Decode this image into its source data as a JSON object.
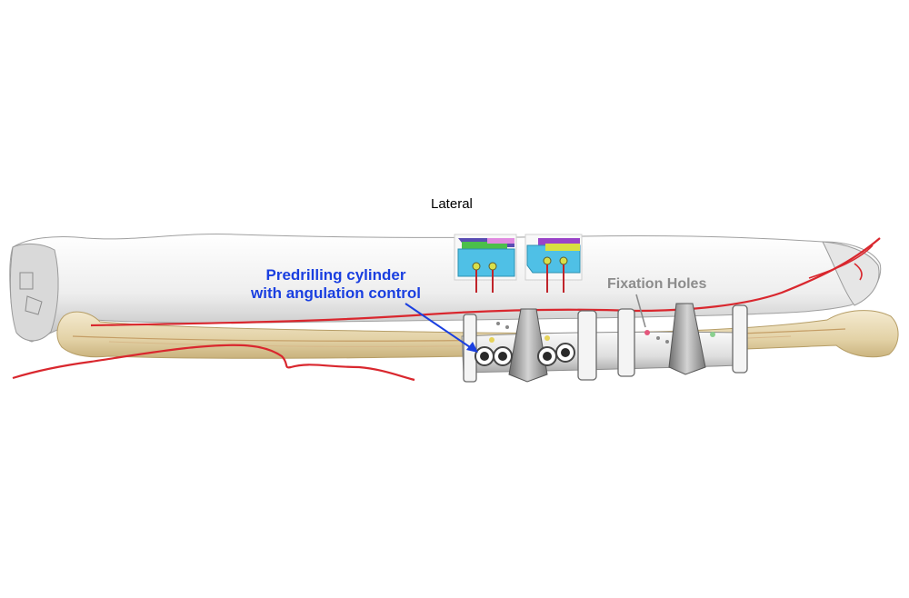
{
  "figure": {
    "view_label": "Lateral",
    "callouts": {
      "predrilling_line1": "Predrilling cylinder",
      "predrilling_line2": "with angulation control",
      "fixation_holes": "Fixation Holes"
    },
    "colors": {
      "bone": "#f2f2f2",
      "fibula": "#eadcb8",
      "vessel": "#d9272e",
      "guide": "#e6e6e6",
      "callout_blue": "#1a3fe0",
      "callout_gray": "#8c8c8c"
    },
    "icons": [
      "inset-left-cylinder-icon",
      "inset-right-cylinder-icon"
    ]
  }
}
